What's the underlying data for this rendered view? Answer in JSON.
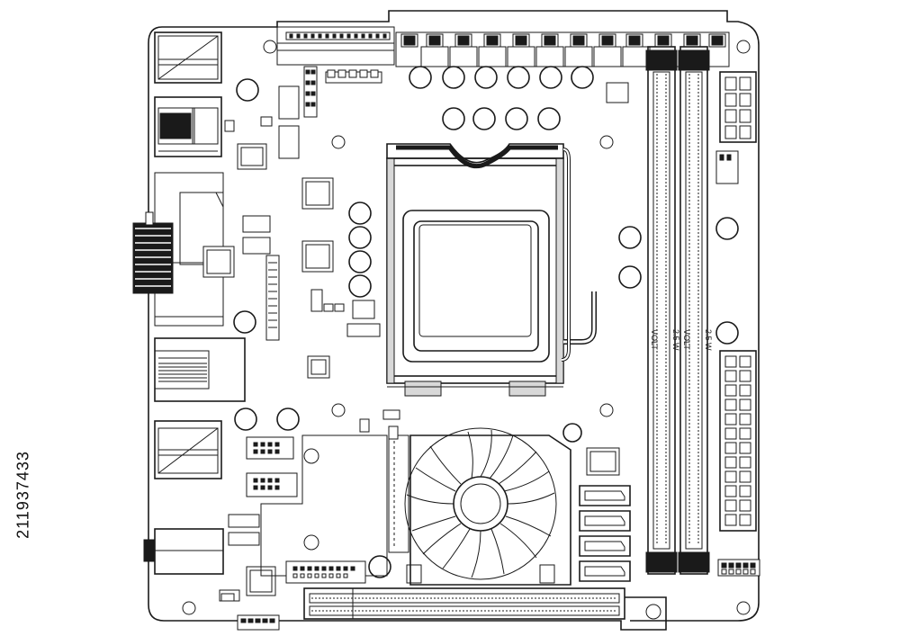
{
  "image_id_text": "211937433",
  "dimm_labels": {
    "slot_a": [
      "2.5 W",
      "VOLT"
    ],
    "slot_b": [
      "2.5 W",
      "VOLT"
    ]
  },
  "colors": {
    "line": "#1a1a1a",
    "background": "#ffffff"
  }
}
